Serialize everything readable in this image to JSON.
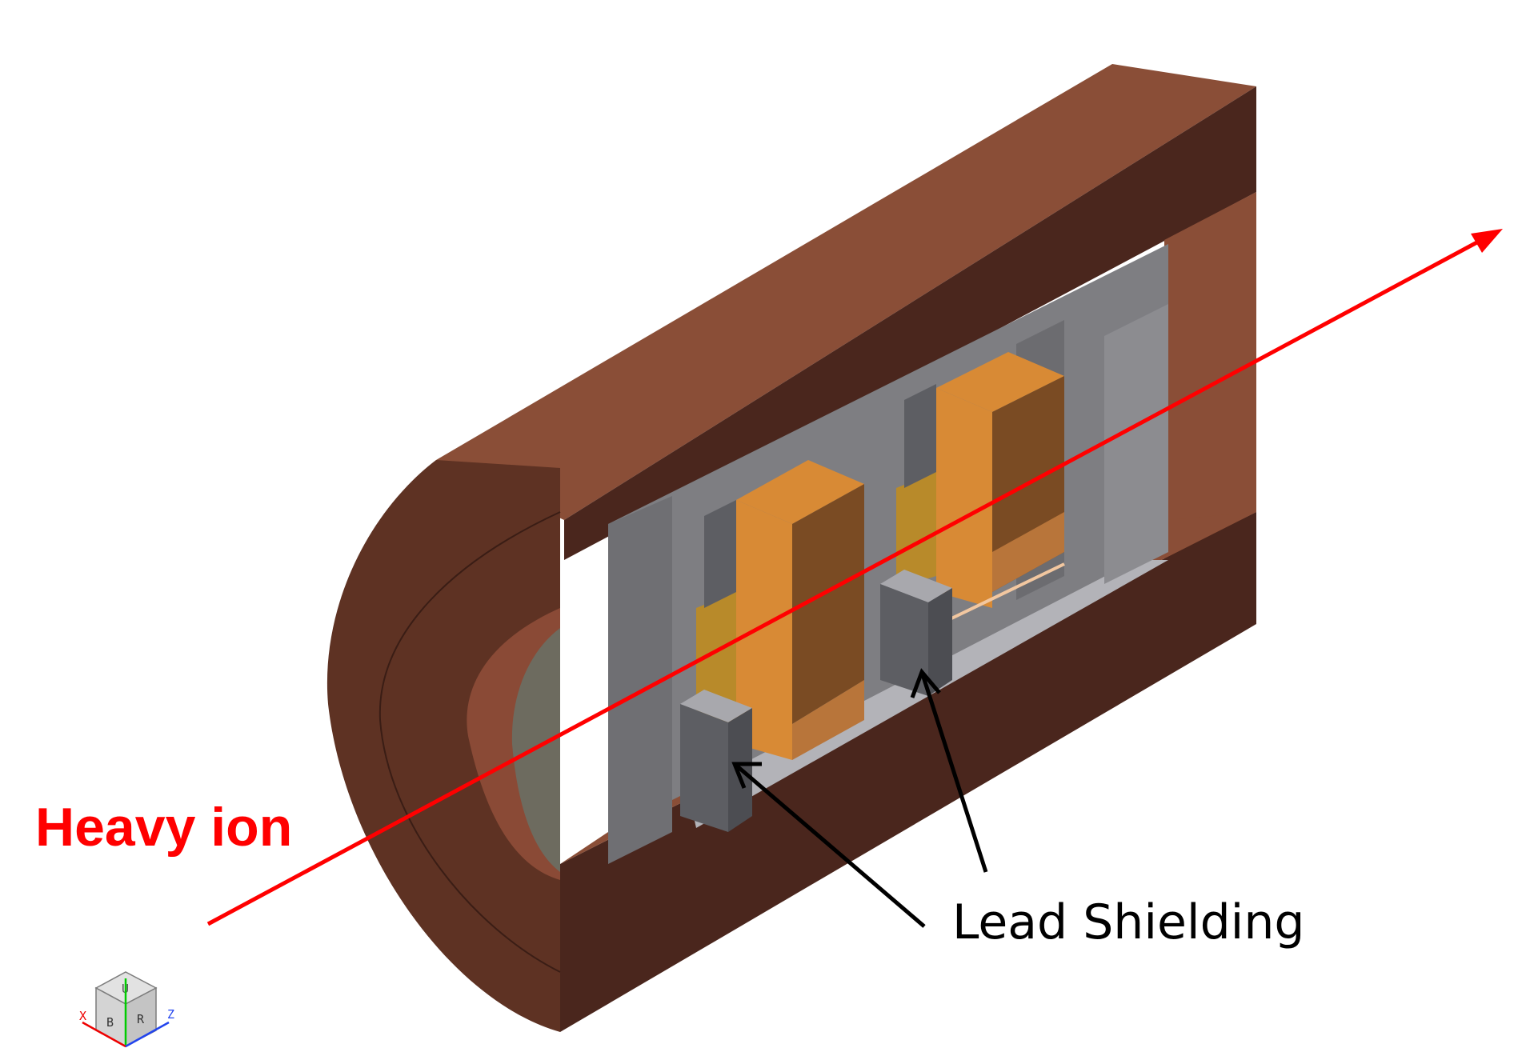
{
  "labels": {
    "beam": "Heavy ion",
    "shield": "Lead Shielding"
  },
  "view_cube": {
    "faces": [
      "U",
      "B",
      "R"
    ],
    "axes": [
      "X",
      "Z"
    ]
  },
  "colors": {
    "beam_arrow": "#ff0000",
    "outer_shell_top": "#8a4e37",
    "outer_shell_dark": "#4a261d",
    "outer_shell_end": "#5e3223",
    "lead_shielding": "#5d5e63",
    "inner_housing": "#78787b",
    "detector_frame": "#d88a35",
    "detector_face": "#b88a2a"
  }
}
